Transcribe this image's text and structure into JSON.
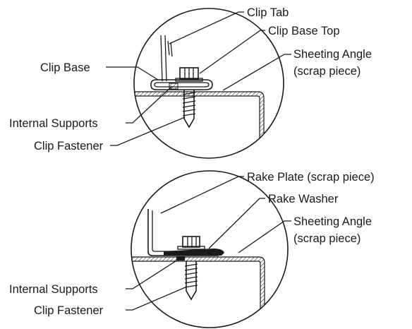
{
  "top_detail": {
    "labels": {
      "clip_tab": "Clip Tab",
      "clip_base_top": "Clip Base Top",
      "clip_base": "Clip Base",
      "sheeting_angle": "Sheeting Angle",
      "sheeting_angle_note": "(scrap piece)",
      "internal_supports": "Internal Supports",
      "clip_fastener": "Clip Fastener"
    }
  },
  "bottom_detail": {
    "labels": {
      "rake_plate": "Rake Plate (scrap piece)",
      "rake_washer": "Rake Washer",
      "sheeting_angle": "Sheeting Angle",
      "sheeting_angle_note": "(scrap piece)",
      "internal_supports": "Internal Supports",
      "clip_fastener": "Clip Fastener"
    }
  }
}
